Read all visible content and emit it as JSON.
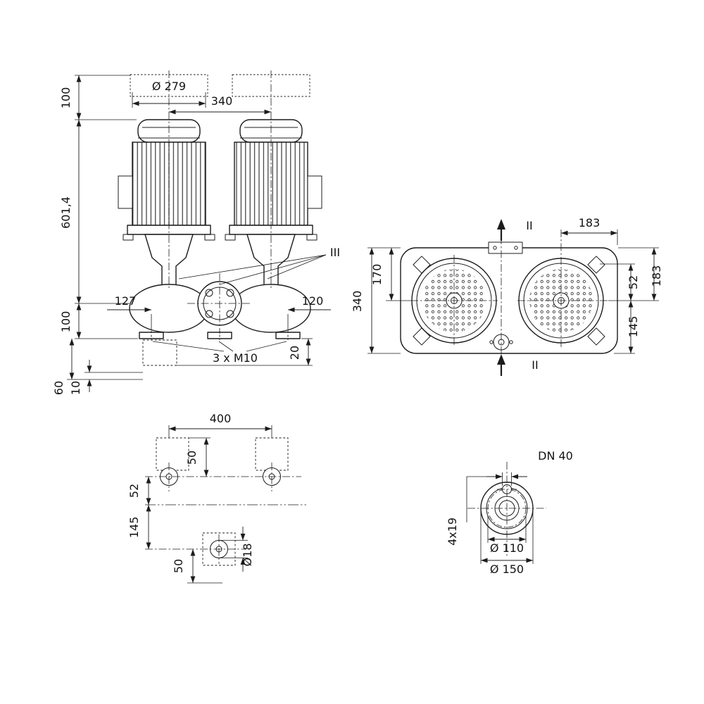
{
  "front_view": {
    "dims": {
      "motor_fan_diameter": "Ø 279",
      "motor_axis_spacing": "340",
      "removal_clearance": "100",
      "overall_height": "601,4",
      "port_axis_height": "100",
      "foot_offset_left": "127",
      "foot_offset_right": "120",
      "foot_bolt_thread": "3 x M10",
      "base_edge": "20",
      "frame_depth": "60",
      "frame_lip": "10"
    },
    "section_ref": "III"
  },
  "top_view": {
    "dims": {
      "axis_to_edge_top": "183",
      "port_offset": "52",
      "axis_to_edge_right": "183",
      "front_depth": "170",
      "overall_depth": "340",
      "rear_depth": "145"
    },
    "section_marks": {
      "top": "II",
      "bottom": "II"
    }
  },
  "foundation_view": {
    "dims": {
      "bolt_span": "400",
      "front_bolt_offset": "50",
      "row_spacing": "52",
      "rear_row_spacing": "145",
      "rear_bolt_offset": "50",
      "anchor_hole_diameter": "Ø18"
    }
  },
  "flange_view": {
    "nominal_label": "DN 40",
    "dims": {
      "bolt_holes": "4x19",
      "pitch_circle_diameter": "Ø 110",
      "outer_diameter": "Ø 150"
    }
  }
}
